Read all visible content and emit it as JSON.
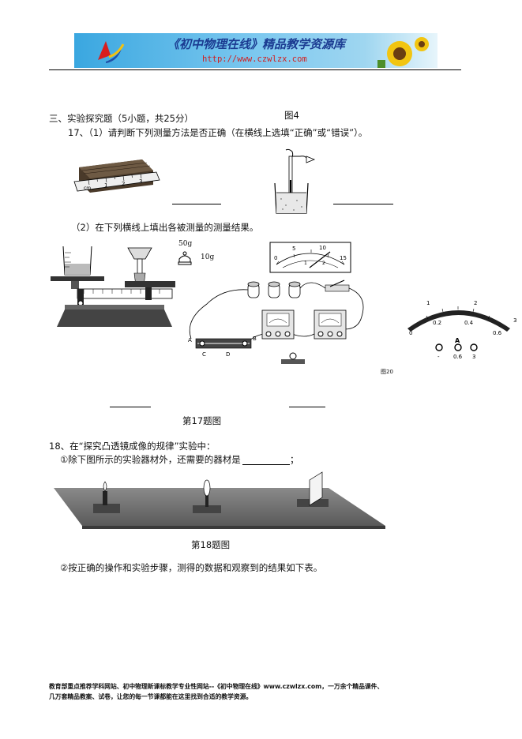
{
  "header": {
    "banner_title": "《初中物理在线》精品教学资源库",
    "banner_url": "http://www.czwlzx.com"
  },
  "section": {
    "title": "三、实验探究题（5小题，共25分）",
    "figure4_label": "图4"
  },
  "q17": {
    "part1": "17、（1）请判断下列测量方法是否正确（在横线上选填“正确”或“错误”）。",
    "part2": "（2）在下列横线上填出各被测量的测量结果。",
    "caption": "第17题图",
    "ruler_ticks": [
      "cm",
      "1",
      "2",
      "3"
    ],
    "weights": [
      "50g",
      "10g"
    ],
    "voltmeter_scale": [
      "0",
      "5",
      "10",
      "15"
    ],
    "voltmeter_inner": [
      "1",
      "2"
    ],
    "circuit_labels": [
      "A",
      "B",
      "C",
      "D"
    ],
    "ammeter_outer": [
      "0",
      "1",
      "2",
      "3"
    ],
    "ammeter_inner": [
      "0.2",
      "0.4",
      "0.6"
    ],
    "ammeter_terminals": [
      "-",
      "0.6",
      "3"
    ],
    "ammeter_unit": "A",
    "fig20_label": "图20"
  },
  "q18": {
    "title": "18、在“探究凸透镜成像的规律”实验中：",
    "step1": "①除下图所示的实验器材外，还需要的器材是",
    "step1_tail": "；",
    "caption": "第18题图",
    "step2": "②按正确的操作和实验步骤，测得的数据和观察到的结果如下表。"
  },
  "footer": {
    "line1": "教育部重点推荐学科网站、初中物理新课标教学专业性网站--《初中物理在线》www.czwlzx.com，一万余个精品课件、",
    "line2": "几万套精品教案、试卷，让您的每一节课都能在这里找到合适的教学资源。"
  }
}
